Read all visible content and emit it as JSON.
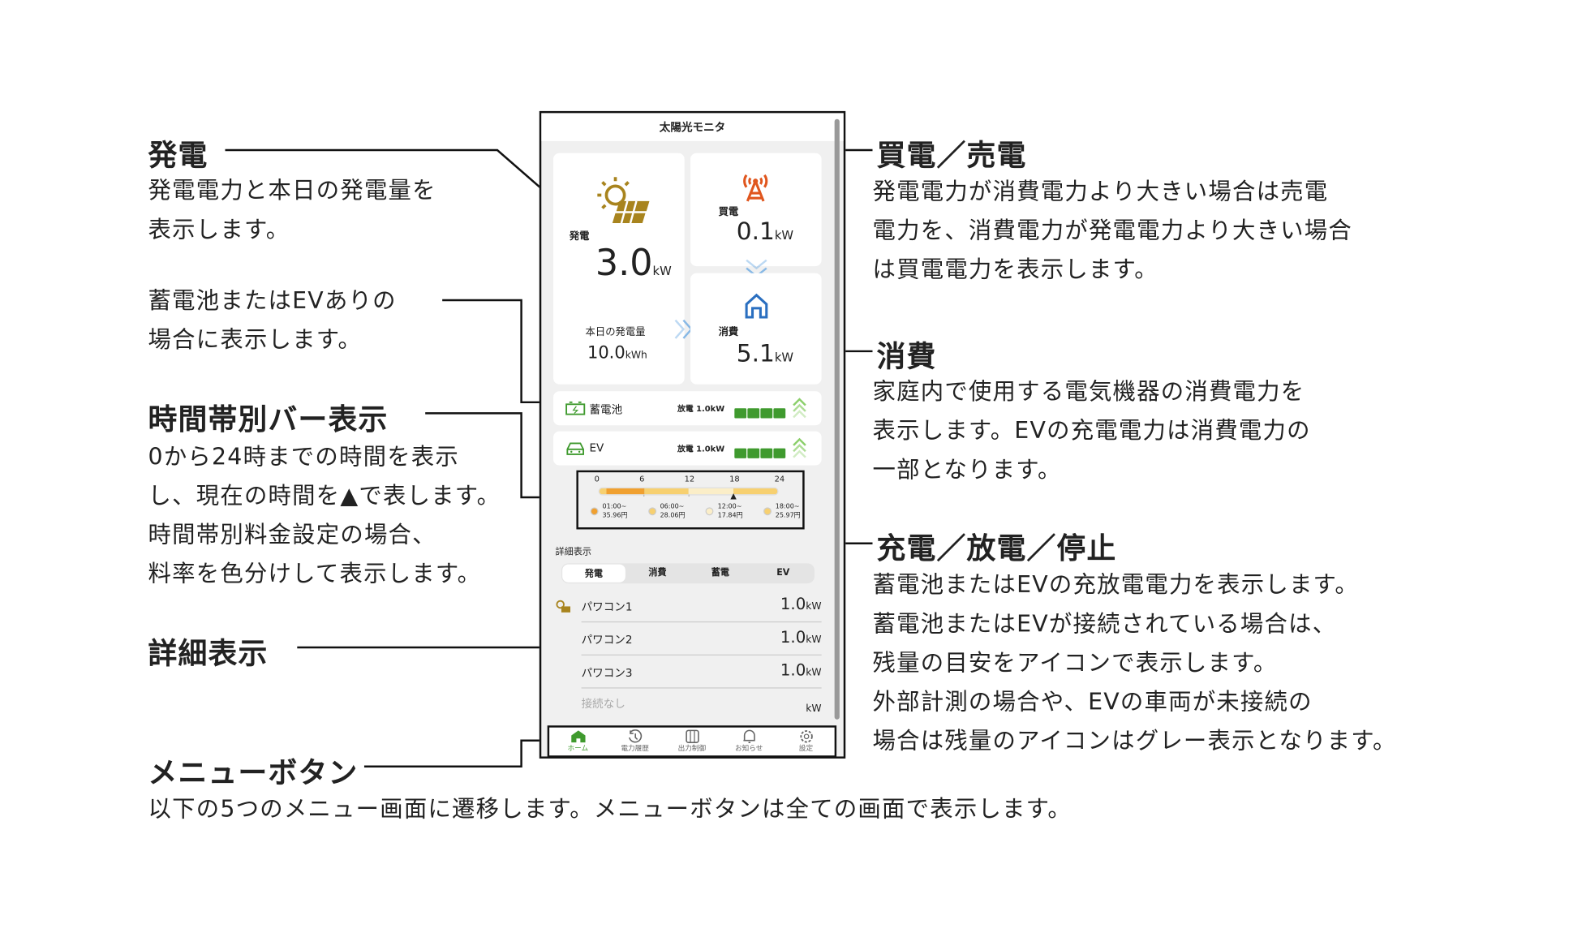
{
  "annotations": {
    "generation": {
      "title": "発電",
      "lines": [
        "発電電力と本日の発電量を",
        "表示します。"
      ]
    },
    "storage_note": {
      "lines": [
        "蓄電池またはEVありの",
        "場合に表示します。"
      ]
    },
    "time_bar": {
      "title": "時間帯別バー表示",
      "lines": [
        "0から24時までの時間を表示",
        "し、現在の時間を▲で表します。",
        "時間帯別料金設定の場合、",
        "料率を色分けして表示します。"
      ]
    },
    "detail": {
      "title": "詳細表示"
    },
    "menu": {
      "title": "メニューボタン",
      "lines": [
        "以下の5つのメニュー画面に遷移します。メニューボタンは全ての画面で表示します。"
      ]
    },
    "buy_sell": {
      "title": "買電／売電",
      "lines": [
        "発電電力が消費電力より大きい場合は売電",
        "電力を、消費電力が発電電力より大きい場合",
        "は買電電力を表示します。"
      ]
    },
    "consumption": {
      "title": "消費",
      "lines": [
        "家庭内で使用する電気機器の消費電力を",
        "表示します。EVの充電電力は消費電力の",
        "一部となります。"
      ]
    },
    "charge": {
      "title": "充電／放電／停止",
      "lines": [
        "蓄電池またはEVの充放電電力を表示します。",
        "蓄電池またはEVが接続されている場合は、",
        "残量の目安をアイコンで表示します。",
        "外部計測の場合や、EVの車両が未接続の",
        "場合は残量のアイコンはグレー表示となります。"
      ]
    }
  },
  "app": {
    "title": "太陽光モニタ",
    "generation": {
      "label": "発電",
      "value": "3.0",
      "unit": "kW",
      "today_label": "本日の発電量",
      "today_value": "10.0",
      "today_unit": "kWh"
    },
    "grid": {
      "label": "買電",
      "value": "0.1",
      "unit": "kW"
    },
    "consumption": {
      "label": "消費",
      "value": "5.1",
      "unit": "kW"
    },
    "battery": {
      "label": "蓄電池",
      "status": "放電 1.0kW",
      "level_segments": 4
    },
    "ev": {
      "label": "EV",
      "status": "放電 1.0kW",
      "level_segments": 4
    },
    "timebar": {
      "ticks": [
        "0",
        "6",
        "12",
        "18",
        "24"
      ],
      "current_hour": 18,
      "rates": [
        {
          "time": "01:00~",
          "price": "35.96円",
          "color": "#f0a030"
        },
        {
          "time": "06:00~",
          "price": "28.06円",
          "color": "#f7d070"
        },
        {
          "time": "12:00~",
          "price": "17.84円",
          "color": "#fbeec8"
        },
        {
          "time": "18:00~",
          "price": "25.97円",
          "color": "#f7d070"
        }
      ]
    },
    "detail": {
      "label": "詳細表示",
      "tabs": [
        "発電",
        "消費",
        "蓄電",
        "EV"
      ],
      "active_tab": "発電",
      "rows": [
        {
          "name": "パワコン1",
          "value": "1.0",
          "unit": "kW"
        },
        {
          "name": "パワコン2",
          "value": "1.0",
          "unit": "kW"
        },
        {
          "name": "パワコン3",
          "value": "1.0",
          "unit": "kW"
        },
        {
          "name": "接続なし",
          "value": "",
          "unit": "kW"
        }
      ]
    },
    "nav": [
      "ホーム",
      "電力履歴",
      "出力制御",
      "お知らせ",
      "設定"
    ],
    "colors": {
      "solar": "#a8841e",
      "grid": "#e0561e",
      "house": "#2a6fc0",
      "battery": "#3f9a2e"
    }
  }
}
